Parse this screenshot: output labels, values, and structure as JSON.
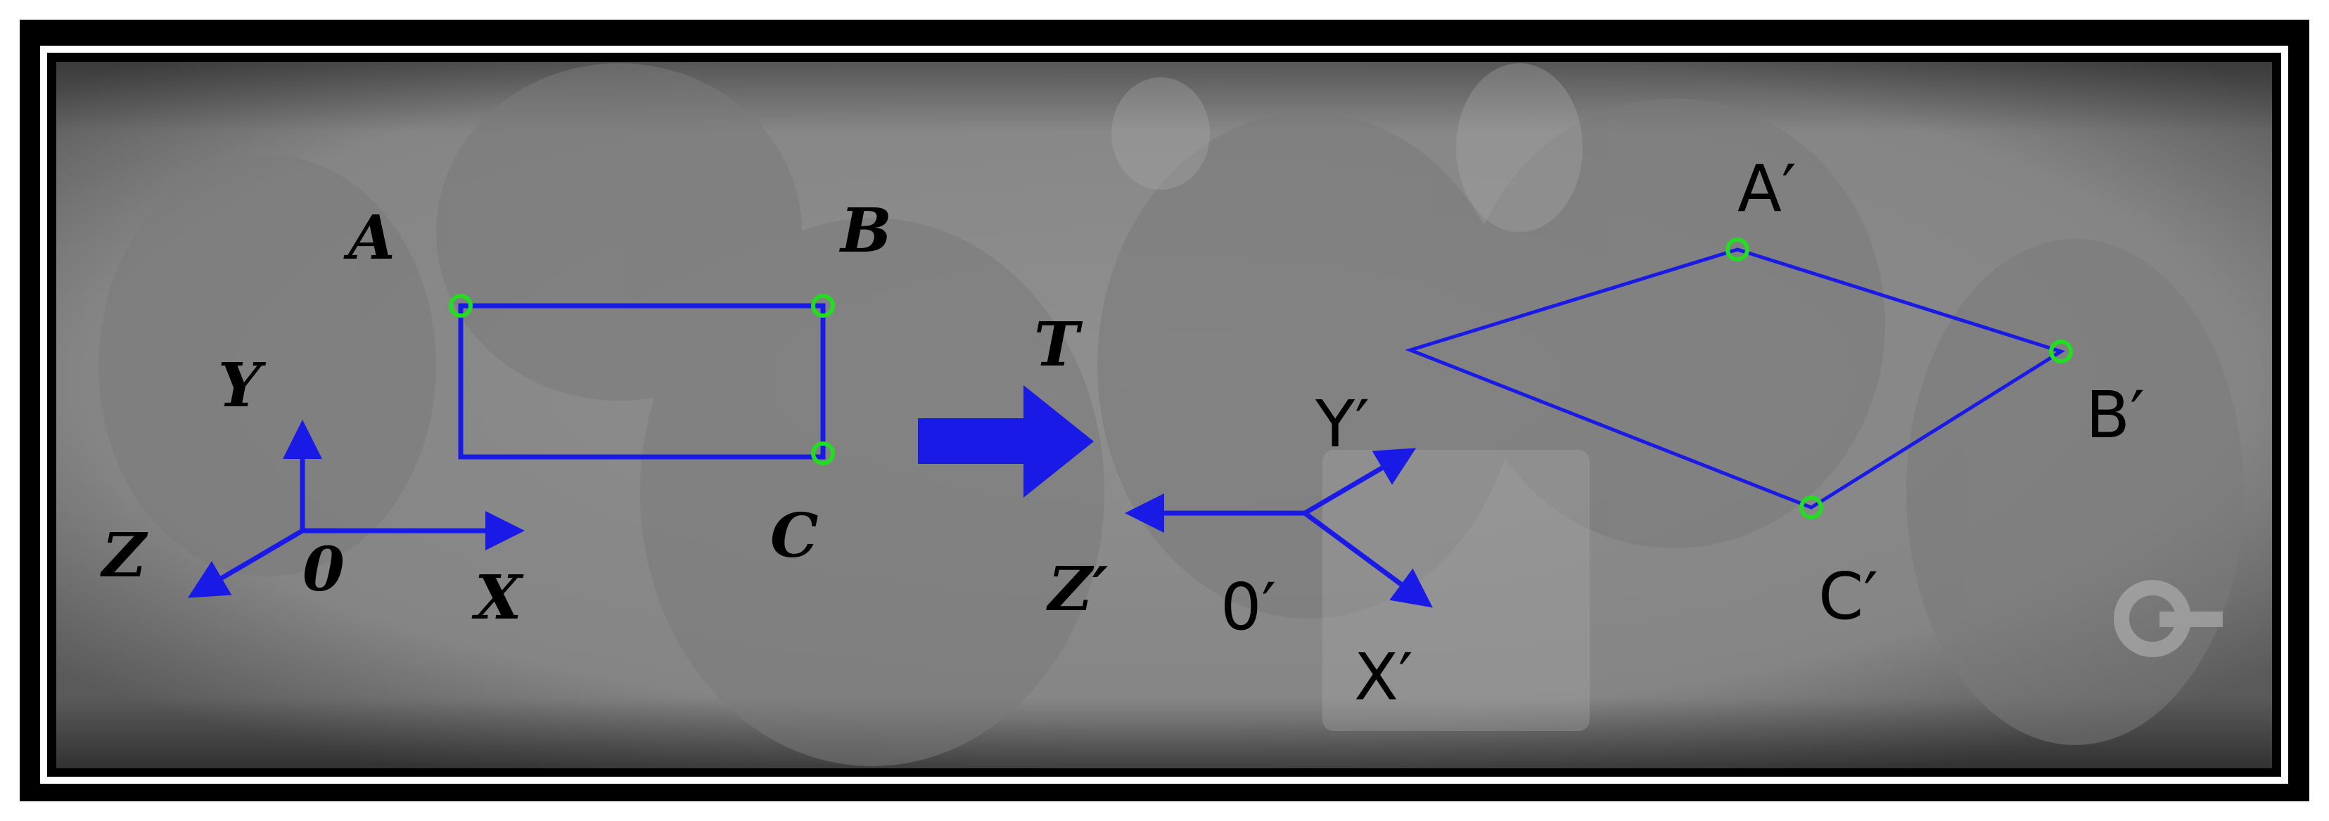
{
  "left_frame": {
    "axis_labels": {
      "y": "Y",
      "z": "Z",
      "origin": "0",
      "x": "X"
    },
    "points": {
      "a": "A",
      "b": "B",
      "c": "C"
    }
  },
  "transform": {
    "label": "T"
  },
  "right_frame": {
    "axis_labels": {
      "y": "Y′",
      "z": "Z′",
      "origin": "0′",
      "x": "X′"
    },
    "points": {
      "a": "A′",
      "b": "B′",
      "c": "C′"
    }
  },
  "colors": {
    "shape": "#1a1ae6",
    "vertex": "#22dd22",
    "background": "#8a8a8a",
    "frame_outer": "#000000",
    "frame_inner": "#ffffff"
  }
}
